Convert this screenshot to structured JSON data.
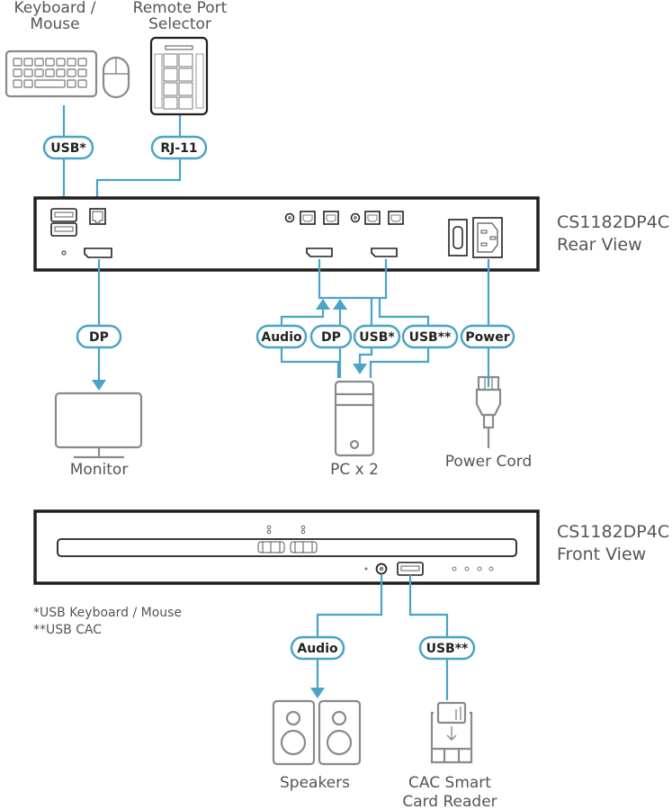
{
  "colors": {
    "wire": "#4aa3c8",
    "device_outline": "#231f20",
    "icon": "#8a8a8a",
    "text": "#555555"
  },
  "devices": {
    "keyboard_mouse": "Keyboard / Mouse",
    "keyboard_mouse_line1": "Keyboard /",
    "keyboard_mouse_line2": "Mouse",
    "remote_port_selector_line1": "Remote Port",
    "remote_port_selector_line2": "Selector",
    "monitor": "Monitor",
    "pc": "PC x 2",
    "power_cord": "Power Cord",
    "speakers": "Speakers",
    "cac_reader_line1": "CAC Smart",
    "cac_reader_line2": "Card Reader"
  },
  "rear_view": {
    "model": "CS1182DP4C",
    "view": "Rear View"
  },
  "front_view": {
    "model": "CS1182DP4C",
    "view": "Front View"
  },
  "connectors": {
    "kbm_usb": "USB*",
    "rps_rj11": "RJ-11",
    "monitor_dp": "DP",
    "pc_audio": "Audio",
    "pc_dp": "DP",
    "pc_usb": "USB*",
    "pc_usb_cac": "USB**",
    "power": "Power",
    "front_audio": "Audio",
    "front_usb_cac": "USB**"
  },
  "footnotes": {
    "single_star": "*USB Keyboard / Mouse",
    "double_star": "**USB CAC"
  }
}
